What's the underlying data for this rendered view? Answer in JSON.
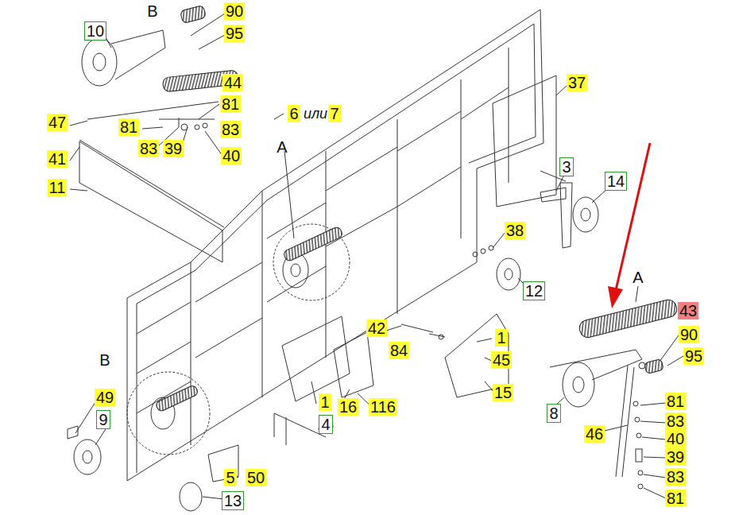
{
  "diagram": {
    "labels": [
      "B",
      "90",
      "95",
      "10",
      "44",
      "81",
      "47",
      "81",
      "83",
      "83",
      "39",
      "40",
      "41",
      "11",
      "6",
      "или",
      "7",
      "37",
      "A",
      "3",
      "14",
      "38",
      "A",
      "12",
      "43",
      "42",
      "90",
      "1",
      "84",
      "95",
      "B",
      "45",
      "15",
      "49",
      "81",
      "1",
      "16",
      "116",
      "8",
      "9",
      "83",
      "4",
      "46",
      "40",
      "39",
      "83",
      "5",
      "50",
      "81",
      "13"
    ]
  }
}
